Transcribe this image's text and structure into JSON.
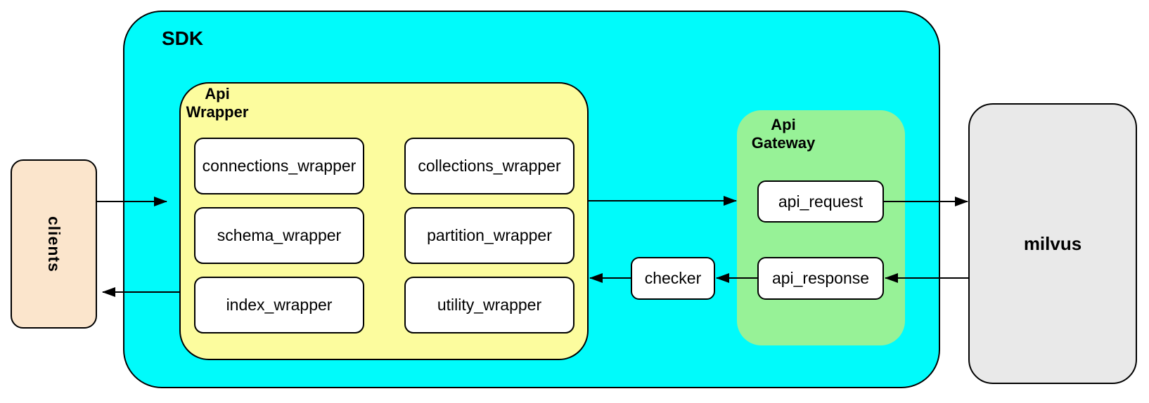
{
  "colors": {
    "background": "#FFFFFF",
    "stroke": "#000000",
    "sdk_fill": "#00FBFB",
    "wrapper_fill": "#FCFC9E",
    "gateway_fill": "#97F297",
    "clients_fill": "#FBE5CC",
    "milvus_fill": "#E9E9E9",
    "node_fill": "#FFFFFF"
  },
  "nodes": {
    "clients": {
      "label": "clients"
    },
    "sdk": {
      "label": "SDK"
    },
    "api_wrapper": {
      "label_line1": "Api",
      "label_line2": "Wrapper",
      "items": [
        "connections_wrapper",
        "collections_wrapper",
        "schema_wrapper",
        "partition_wrapper",
        "index_wrapper",
        "utility_wrapper"
      ]
    },
    "checker": {
      "label": "checker"
    },
    "api_gateway": {
      "label_line1": "Api",
      "label_line2": "Gateway",
      "items": [
        "api_request",
        "api_response"
      ]
    },
    "milvus": {
      "label": "milvus"
    }
  },
  "arrows": [
    {
      "from": "clients",
      "to": "sdk"
    },
    {
      "from": "api_wrapper",
      "to": "clients"
    },
    {
      "from": "api_wrapper",
      "to": "api_gateway"
    },
    {
      "from": "api_request",
      "to": "milvus"
    },
    {
      "from": "milvus",
      "to": "api_response"
    },
    {
      "from": "api_response",
      "to": "checker"
    },
    {
      "from": "checker",
      "to": "api_wrapper"
    }
  ]
}
